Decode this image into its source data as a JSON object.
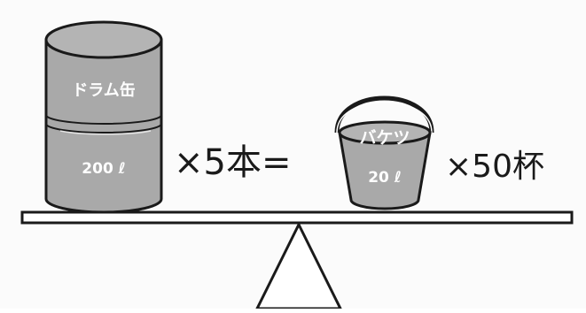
{
  "drum": {
    "name": "ドラム缶",
    "capacity": "200 ℓ"
  },
  "bucket": {
    "name": "バケツ",
    "capacity": "20 ℓ"
  },
  "equation": {
    "drum_multiplier": "×5本=",
    "bucket_multiplier": "×50杯"
  },
  "colors": {
    "fill_gray": "#a9a9a9",
    "stroke": "#1a1a1a",
    "background": "#fbfbfb"
  }
}
